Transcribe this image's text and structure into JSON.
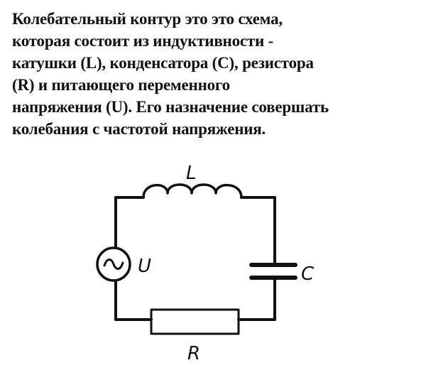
{
  "description": {
    "lines": [
      "Колебательный контур это это схема,",
      "которая состоит из индуктивности -",
      "катушки (L), конденсатора (C), резистора",
      "(R) и питающего переменного",
      "напряжения (U). Его назначение совершать",
      "колебания с частотой напряжения."
    ]
  },
  "circuit": {
    "labels": {
      "inductor": "L",
      "source": "U",
      "capacitor": "C",
      "resistor": "R"
    },
    "source_symbol": "~",
    "line_color": "#111111"
  }
}
